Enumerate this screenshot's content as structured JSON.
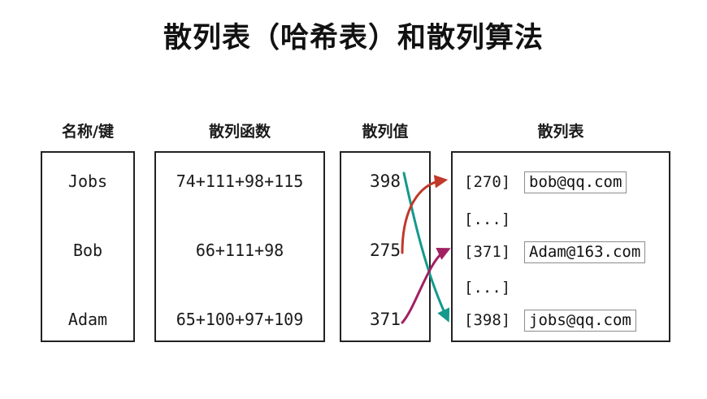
{
  "title": "散列表（哈希表）和散列算法",
  "columns": {
    "keys": {
      "header": "名称/键",
      "items": [
        "Jobs",
        "Bob",
        "Adam"
      ]
    },
    "function": {
      "header": "散列函数",
      "items": [
        "74+111+98+115",
        "66+111+98",
        "65+100+97+109"
      ]
    },
    "value": {
      "header": "散列值",
      "items": [
        "398",
        "275",
        "371"
      ]
    },
    "table": {
      "header": "散列表",
      "rows": [
        {
          "index": "[270]",
          "value": "bob@qq.com"
        },
        {
          "index": "[...]",
          "value": ""
        },
        {
          "index": "[371]",
          "value": "Adam@163.com"
        },
        {
          "index": "[...]",
          "value": ""
        },
        {
          "index": "[398]",
          "value": "jobs@qq.com"
        }
      ]
    }
  },
  "arrows": [
    {
      "name": "arrow-275-to-270",
      "from": "275",
      "to": "[270]",
      "color": "#c0392b"
    },
    {
      "name": "arrow-371-to-371",
      "from": "371",
      "to": "[371]",
      "color": "#a12063"
    },
    {
      "name": "arrow-398-to-398",
      "from": "398",
      "to": "[398]",
      "color": "#14998c"
    }
  ],
  "colors": {
    "background": "#ffffff",
    "box_border": "#222222",
    "value_box_border": "#8c8c8c",
    "text": "#1a1a1a",
    "arrow_red": "#c0392b",
    "arrow_purple": "#a12063",
    "arrow_teal": "#14998c"
  }
}
